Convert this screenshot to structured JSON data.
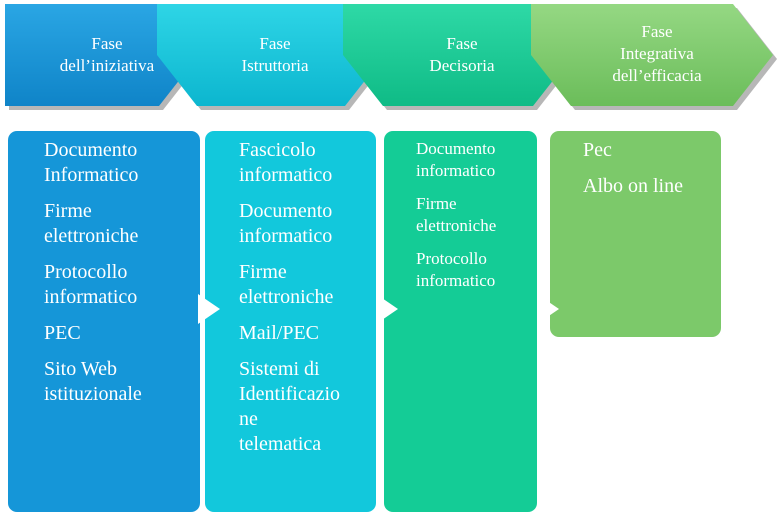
{
  "colors": {
    "phase1": "#1596d8",
    "phase2": "#12c8dc",
    "phase3": "#14cc96",
    "phase4": "#7cc96a"
  },
  "phases": [
    {
      "label": "Fase\ndell’iniziativa",
      "items": [
        "Documento\nInformatico",
        "Firme\nelettroniche",
        "Protocollo\ninformatico",
        "PEC",
        "Sito Web\nistituzionale"
      ]
    },
    {
      "label": "Fase\nIstruttoria",
      "items": [
        "Fascicolo\ninformatico",
        "Documento\ninformatico",
        "Firme\nelettroniche",
        "Mail/PEC",
        "Sistemi di\nIdentificazio\nne\ntelematica"
      ]
    },
    {
      "label": "Fase\nDecisoria",
      "items": [
        "Documento\ninformatico",
        "Firme\nelettroniche",
        "Protocollo\ninformatico"
      ]
    },
    {
      "label": "Fase\nIntegrativa\ndell’efficacia",
      "items": [
        "Pec",
        "Albo on line"
      ]
    }
  ]
}
